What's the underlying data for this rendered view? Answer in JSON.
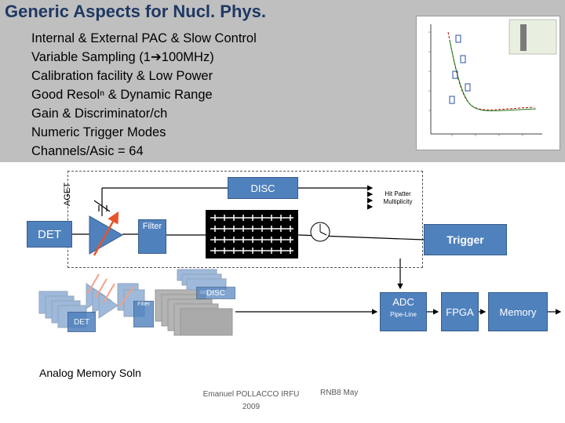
{
  "slide": {
    "title": "Generic Aspects for Nucl. Phys.",
    "bullets": [
      "Internal & External PAC & Slow Control",
      "Variable Sampling (1➔100MHz)",
      "Calibration facility & Low Power",
      "Good Resolⁿ & Dynamic Range",
      "Gain & Discriminator/ch",
      "Numeric Trigger Modes",
      "Channels/Asic = 64"
    ]
  },
  "diagram": {
    "aget_label": "AGET",
    "det_label": "DET",
    "filter_label": "Filter",
    "disc_label": "DISC",
    "hit_pattern_label": "Hit Patter Multiplicity",
    "trigger_label": "Trigger",
    "adc_label": "ADC",
    "adc_sub_label": "Pipe-Line",
    "fpga_label": "FPGA",
    "memory_label": "Memory",
    "stack_det_label": "DET",
    "stack_filter_label": "Filter",
    "stack_disc_label": "DISC",
    "analog_memory_label": "Analog Memory Soln"
  },
  "footer": {
    "author_line1": "Emanuel POLLACCO IRFU",
    "author_line2": "2009",
    "event": "RNB8 May"
  },
  "colors": {
    "header_band": "#bfbfbf",
    "title": "#1f3864",
    "box_fill": "#4f81bd",
    "box_border": "#385d8a",
    "tunable_arrow": "#e8542a"
  }
}
